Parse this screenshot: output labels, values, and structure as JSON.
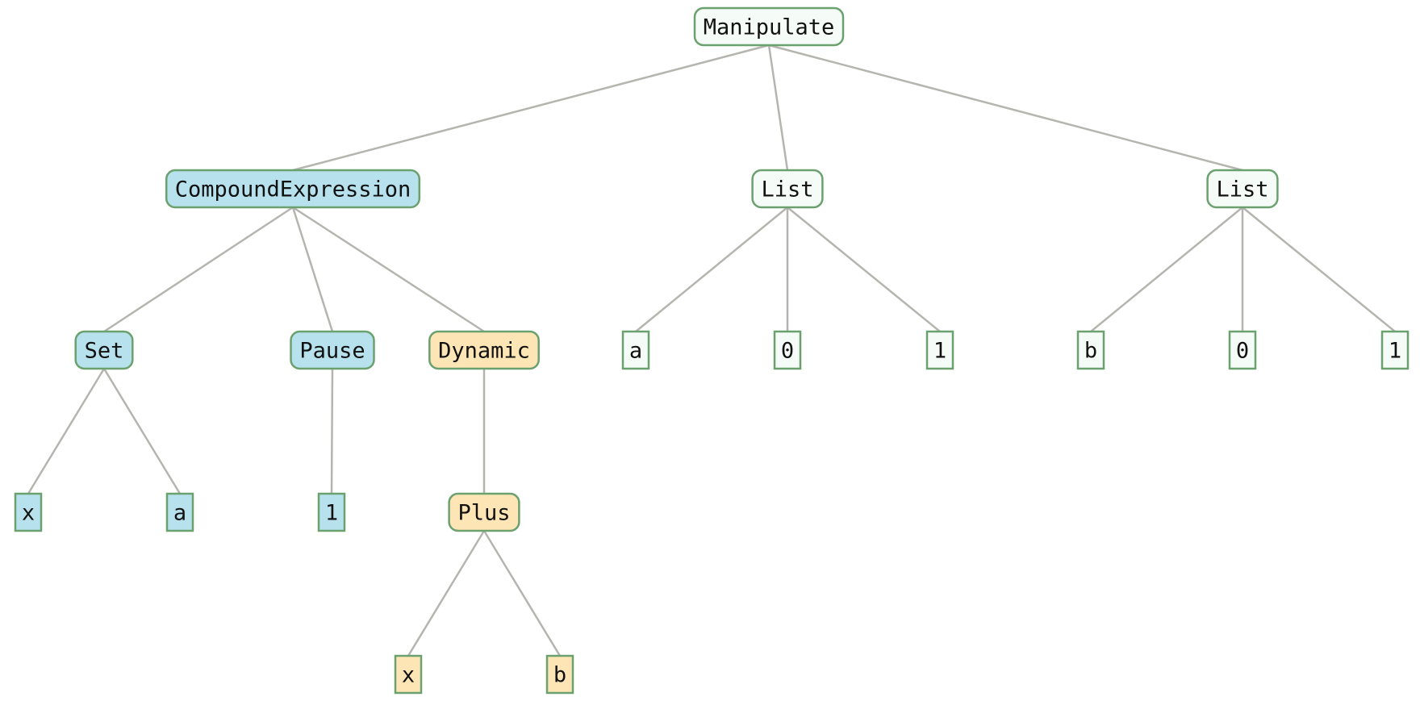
{
  "diagram": {
    "type": "expression-tree",
    "colors": {
      "default": "#f5fbf6",
      "compound": "#b7e1ec",
      "dynamic": "#fde5b5",
      "border": "#6ba16e",
      "edge": "#b5b5b0"
    },
    "nodes": [
      {
        "id": "manipulate",
        "label": "Manipulate",
        "kind": "head",
        "color": "default"
      },
      {
        "id": "compound-expression",
        "label": "CompoundExpression",
        "kind": "head",
        "color": "compound"
      },
      {
        "id": "list-1",
        "label": "List",
        "kind": "head",
        "color": "default"
      },
      {
        "id": "list-2",
        "label": "List",
        "kind": "head",
        "color": "default"
      },
      {
        "id": "set",
        "label": "Set",
        "kind": "head",
        "color": "compound"
      },
      {
        "id": "pause",
        "label": "Pause",
        "kind": "head",
        "color": "compound"
      },
      {
        "id": "dynamic",
        "label": "Dynamic",
        "kind": "head",
        "color": "dynamic"
      },
      {
        "id": "list-1-a",
        "label": "a",
        "kind": "leaf",
        "color": "default"
      },
      {
        "id": "list-1-0",
        "label": "0",
        "kind": "leaf",
        "color": "default"
      },
      {
        "id": "list-1-1",
        "label": "1",
        "kind": "leaf",
        "color": "default"
      },
      {
        "id": "list-2-b",
        "label": "b",
        "kind": "leaf",
        "color": "default"
      },
      {
        "id": "list-2-0",
        "label": "0",
        "kind": "leaf",
        "color": "default"
      },
      {
        "id": "list-2-1",
        "label": "1",
        "kind": "leaf",
        "color": "default"
      },
      {
        "id": "set-x",
        "label": "x",
        "kind": "leaf",
        "color": "compound"
      },
      {
        "id": "set-a",
        "label": "a",
        "kind": "leaf",
        "color": "compound"
      },
      {
        "id": "pause-1",
        "label": "1",
        "kind": "leaf",
        "color": "compound"
      },
      {
        "id": "plus",
        "label": "Plus",
        "kind": "head",
        "color": "dynamic"
      },
      {
        "id": "plus-x",
        "label": "x",
        "kind": "leaf",
        "color": "dynamic"
      },
      {
        "id": "plus-b",
        "label": "b",
        "kind": "leaf",
        "color": "dynamic"
      }
    ],
    "edges": [
      [
        "manipulate",
        "compound-expression"
      ],
      [
        "manipulate",
        "list-1"
      ],
      [
        "manipulate",
        "list-2"
      ],
      [
        "compound-expression",
        "set"
      ],
      [
        "compound-expression",
        "pause"
      ],
      [
        "compound-expression",
        "dynamic"
      ],
      [
        "list-1",
        "list-1-a"
      ],
      [
        "list-1",
        "list-1-0"
      ],
      [
        "list-1",
        "list-1-1"
      ],
      [
        "list-2",
        "list-2-b"
      ],
      [
        "list-2",
        "list-2-0"
      ],
      [
        "list-2",
        "list-2-1"
      ],
      [
        "set",
        "set-x"
      ],
      [
        "set",
        "set-a"
      ],
      [
        "pause",
        "pause-1"
      ],
      [
        "dynamic",
        "plus"
      ],
      [
        "plus",
        "plus-x"
      ],
      [
        "plus",
        "plus-b"
      ]
    ]
  }
}
